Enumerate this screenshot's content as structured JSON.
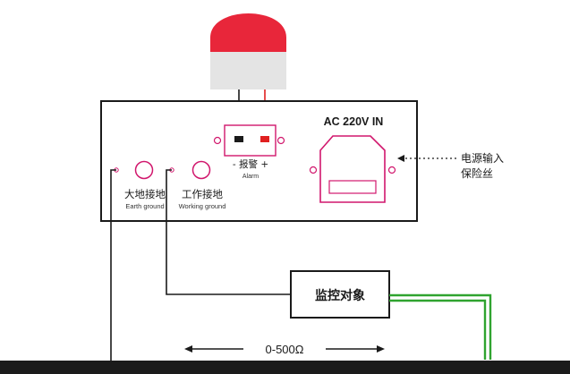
{
  "device": {
    "power_title": "AC 220V IN",
    "alarm_label": "- 报警 +",
    "alarm_label_en": "Alarm"
  },
  "grounds": {
    "earth_label": "大地接地",
    "earth_label_en": "Earth ground",
    "working_label": "工作接地",
    "working_label_en": "Working ground"
  },
  "annotation": {
    "line1": "电源输入",
    "line2": "保险丝"
  },
  "monitor": {
    "label": "监控对象"
  },
  "resistance": {
    "label": "0-500Ω"
  },
  "colors": {
    "beacon_red": "#e8263a",
    "beacon_base": "#e4e4e4",
    "accent_pink": "#d1176d",
    "wire_red": "#e02020",
    "wire_green": "#2fa32f",
    "outline": "#1a1a1a",
    "ground_bar": "#1b1b1b"
  }
}
